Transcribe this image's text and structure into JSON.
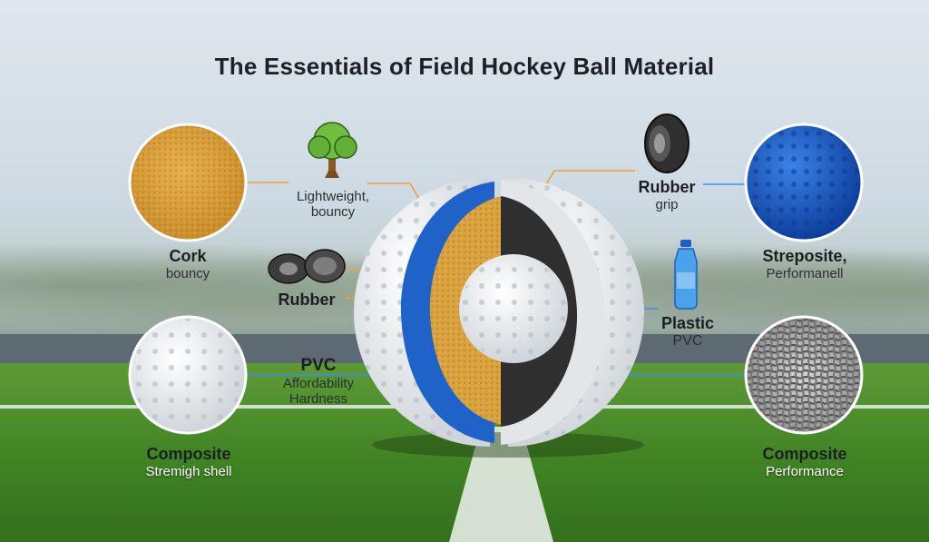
{
  "title": "The Essentials of Field Hockey Ball Material",
  "labels": {
    "cork": {
      "name": "Cork",
      "desc": "bouncy"
    },
    "lightweight": {
      "line1": "Lightweight,",
      "line2": "bouncy"
    },
    "rubber_left": {
      "name": "Rubber"
    },
    "pvc": {
      "name": "PVC",
      "line1": "Affordability",
      "line2": "Hardness"
    },
    "composite_left": {
      "name": "Composite",
      "desc": "Stremigh shell"
    },
    "rubber_right": {
      "name": "Rubber",
      "desc": "grip"
    },
    "streposite": {
      "name": "Streposite,",
      "desc": "Performanell"
    },
    "plastic": {
      "name": "Plastic",
      "desc": "PVC"
    },
    "composite_right": {
      "name": "Composite",
      "desc": "Performance"
    }
  },
  "icons": [
    "tree-icon",
    "tires-icon",
    "tire-icon",
    "bottle-icon"
  ],
  "colors": {
    "cork": "#d9a23c",
    "blue_layer": "#1f63c9",
    "rubber_core": "#2f2f2f",
    "connector": "#f0a030",
    "connector_blue": "#3d8cf0"
  }
}
